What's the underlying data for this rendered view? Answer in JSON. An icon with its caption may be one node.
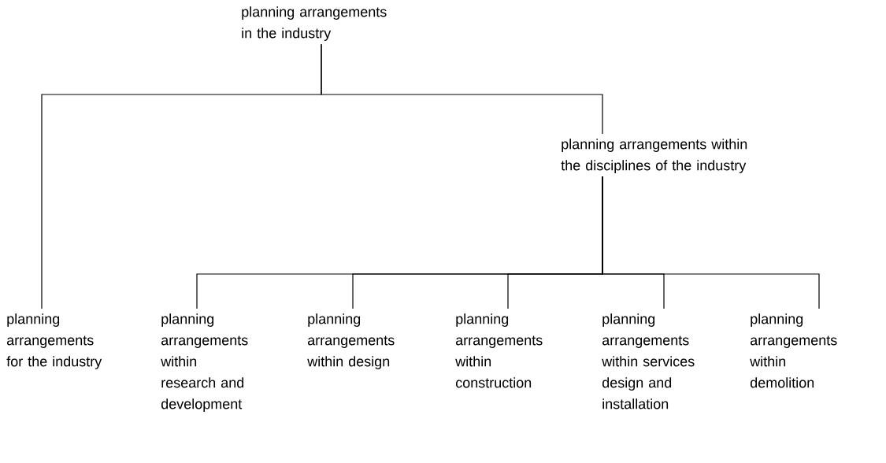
{
  "diagram": {
    "nodes": [
      {
        "text": [
          "planning arrangements in the industry"
        ]
      },
      {
        "text": [
          "planning arrangements within the disciplines of the industry"
        ]
      },
      {
        "text": [
          "planning arrangements for the industry"
        ]
      },
      {
        "text": [
          "planning arrangements within research and development"
        ]
      },
      {
        "text": [
          "planning arrangements within design"
        ]
      },
      {
        "text": [
          "planning arrangements within construction"
        ]
      },
      {
        "text": [
          "planning arrangements within services design and installation"
        ]
      },
      {
        "text": [
          "planning arrangements within demolition"
        ]
      }
    ],
    "edges": [
      {
        "from": 0,
        "to": 2,
        "arrow": "none"
      },
      {
        "from": 0,
        "to": 1,
        "arrow": "none"
      },
      {
        "from": 1,
        "to": 3,
        "arrow": "none"
      },
      {
        "from": 1,
        "to": 4,
        "arrow": "none"
      },
      {
        "from": 1,
        "to": 5,
        "arrow": "none"
      },
      {
        "from": 1,
        "to": 6,
        "arrow": "none"
      },
      {
        "from": 1,
        "to": 7,
        "arrow": "none"
      }
    ]
  }
}
